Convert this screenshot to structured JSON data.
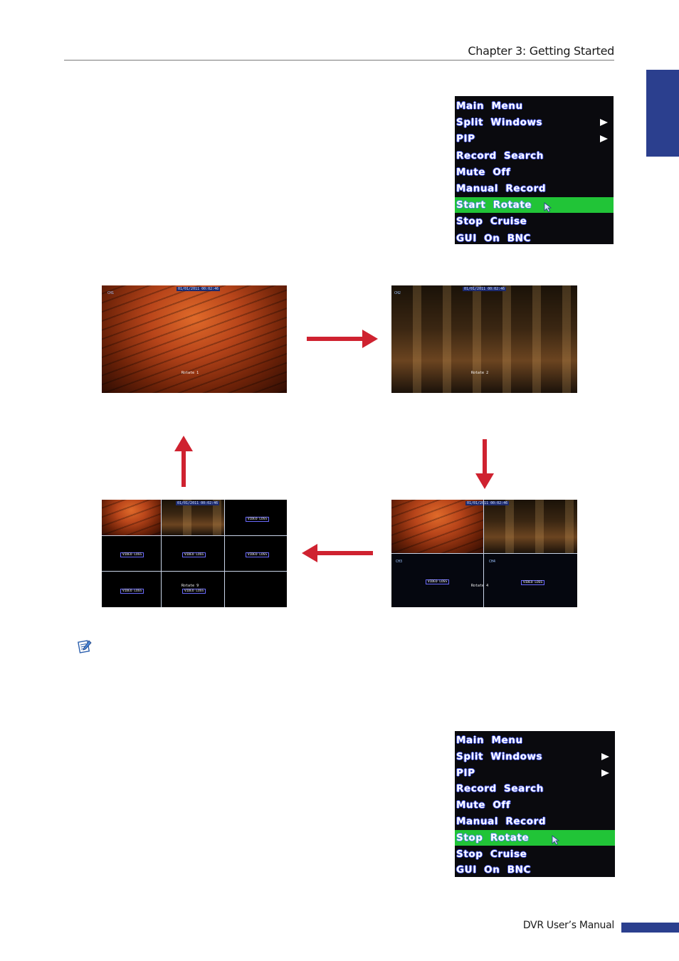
{
  "header": {
    "title": "Chapter 3: Getting Started"
  },
  "footer": {
    "title": "DVR User’s Manual"
  },
  "menu_start": {
    "items": [
      {
        "label": "Main  Menu",
        "submenu": false
      },
      {
        "label": "Split  Windows",
        "submenu": true
      },
      {
        "label": "PIP",
        "submenu": true
      },
      {
        "label": "Record  Search",
        "submenu": false
      },
      {
        "label": "Mute  Off",
        "submenu": false
      },
      {
        "label": "Manual  Record",
        "submenu": false
      },
      {
        "label": "Start  Rotate",
        "submenu": false,
        "highlighted": true
      },
      {
        "label": "Stop  Cruise",
        "submenu": false
      },
      {
        "label": "GUI  On  BNC",
        "submenu": false
      }
    ],
    "highlight_color": "#21c437"
  },
  "menu_stop": {
    "items": [
      {
        "label": "Main  Menu",
        "submenu": false
      },
      {
        "label": "Split  Windows",
        "submenu": true
      },
      {
        "label": "PIP",
        "submenu": true
      },
      {
        "label": "Record  Search",
        "submenu": false
      },
      {
        "label": "Mute  Off",
        "submenu": false
      },
      {
        "label": "Manual  Record",
        "submenu": false
      },
      {
        "label": "Stop  Rotate",
        "submenu": false,
        "highlighted": true
      },
      {
        "label": "Stop  Cruise",
        "submenu": false
      },
      {
        "label": "GUI  On  BNC",
        "submenu": false
      }
    ]
  },
  "screens": {
    "single1": {
      "rotate_label": "Rotate  1",
      "timestamp": "01/01/2011  00:02:46"
    },
    "single2": {
      "rotate_label": "Rotate  2",
      "timestamp": "01/01/2011  00:02:46"
    },
    "quad": {
      "rotate_label": "Rotate  4",
      "video_loss": "VIDEO  LOSS",
      "timestamp": "01/01/2011  00:02:46"
    },
    "nine": {
      "rotate_label": "Rotate  9",
      "video_loss": "VIDEO  LOSS",
      "timestamp": "01/01/2011  00:02:46"
    }
  },
  "colors": {
    "brand_blue": "#2b3f8e",
    "arrow_red": "#cf2230"
  }
}
